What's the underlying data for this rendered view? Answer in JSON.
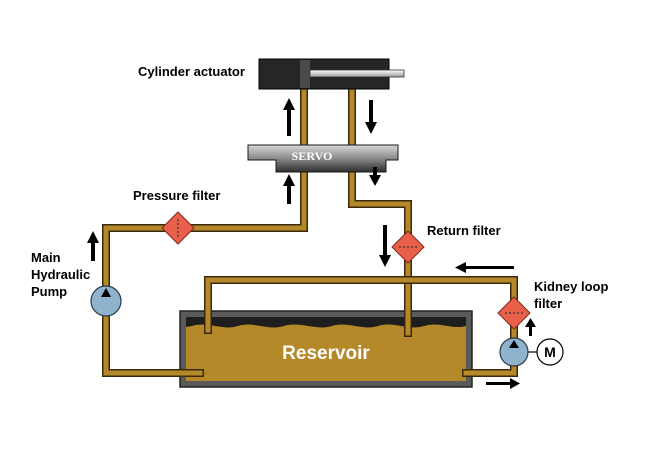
{
  "labels": {
    "cylinder": "Cylinder actuator",
    "servo": "SERVO",
    "pressure_filter": "Pressure filter",
    "return_filter": "Return filter",
    "pump_line1": "Main",
    "pump_line2": "Hydraulic",
    "pump_line3": "Pump",
    "kidney_line1": "Kidney loop",
    "kidney_line2": "filter",
    "reservoir": "Reservoir",
    "motor": "M"
  },
  "colors": {
    "oil": "#b5892a",
    "filter": "#e8604a",
    "pump": "#8fb3cc",
    "cylinder": "#262626",
    "tank_frame": "#555555"
  }
}
